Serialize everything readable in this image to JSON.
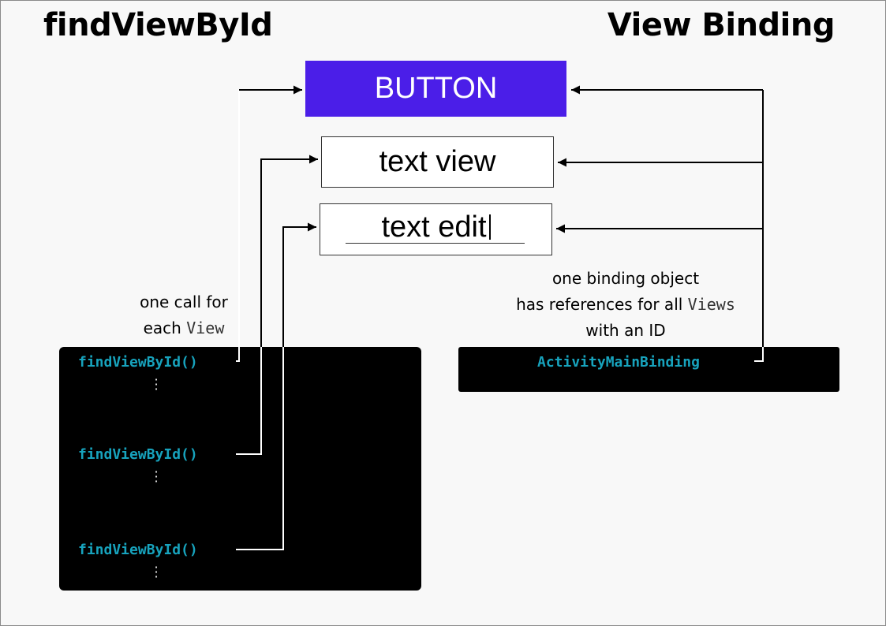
{
  "headings": {
    "left": "findViewById",
    "right": "View Binding"
  },
  "views": {
    "button_label": "BUTTON",
    "text_view_label": "text view",
    "text_edit_value": "text edit"
  },
  "left_panel": {
    "calls": [
      "findViewById()",
      "findViewById()",
      "findViewById()"
    ],
    "caption_line1": "one call for",
    "caption_line2_prefix": "each ",
    "caption_line2_code": "View"
  },
  "right_panel": {
    "binding_class": "ActivityMainBinding",
    "caption_line1": "one binding object",
    "caption_line2_prefix": "has references for all ",
    "caption_line2_code": "Views",
    "caption_line3": "with an ID"
  },
  "colors": {
    "button_bg": "#4b1ee8",
    "code_text": "#17a3bd",
    "panel_bg": "#000000",
    "arrow_white": "#ffffff",
    "arrow_black": "#000000"
  }
}
